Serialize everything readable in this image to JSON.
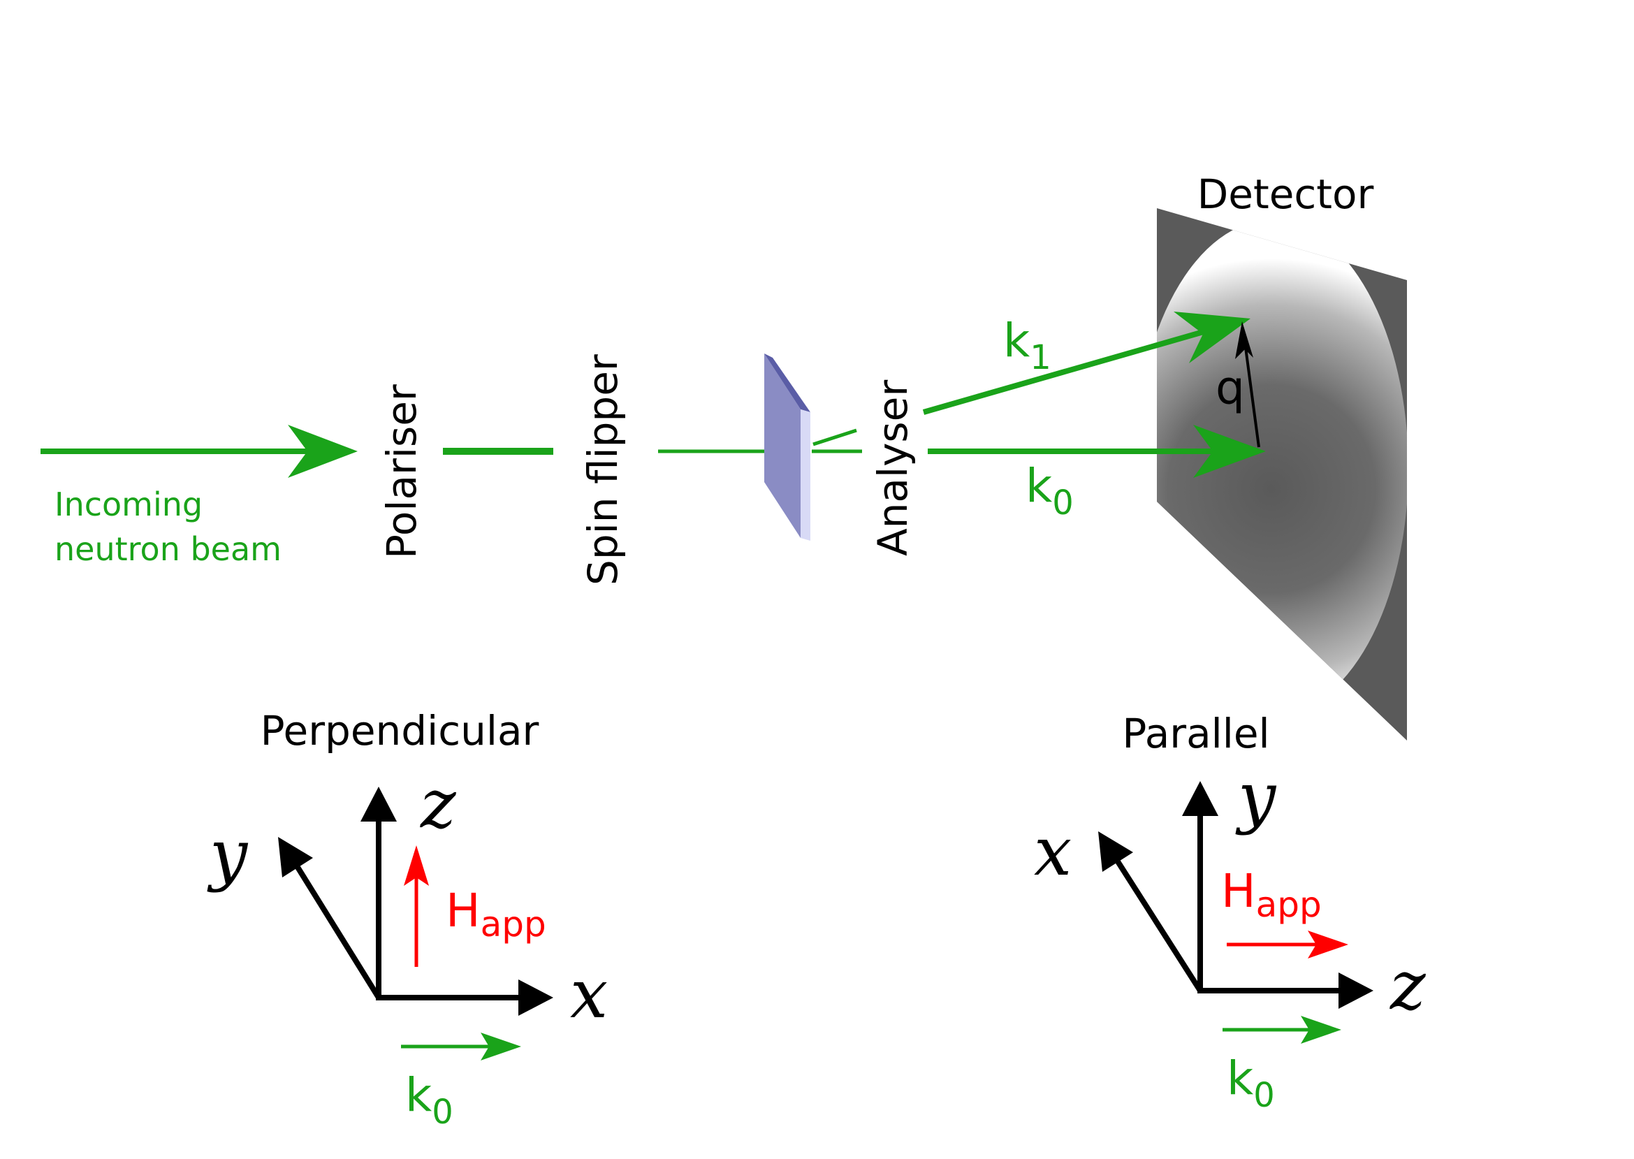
{
  "colors": {
    "beam": "#1aa31a",
    "black": "#000000",
    "field": "#ff0000",
    "sample_face": "#8a8cc4",
    "sample_top": "#5a5da6",
    "sample_edge": "#d8daf6",
    "detector_dark": "#5a5a5a",
    "detector_light": "#ffffff"
  },
  "labels": {
    "incoming_line1": "Incoming",
    "incoming_line2": "neutron beam",
    "polariser": "Polariser",
    "spin_flipper": "Spin flipper",
    "analyser": "Analyser",
    "detector": "Detector",
    "k1": "k",
    "k1_sub": "1",
    "k0": "k",
    "k0_sub": "0",
    "q": "q"
  },
  "perpendicular": {
    "title": "Perpendicular",
    "axis_vertical": "z",
    "axis_diagonal": "y",
    "axis_horizontal": "x",
    "field": "H",
    "field_sub": "app",
    "k": "k",
    "k_sub": "0"
  },
  "parallel": {
    "title": "Parallel",
    "axis_vertical": "y",
    "axis_diagonal": "x",
    "axis_horizontal": "z",
    "field": "H",
    "field_sub": "app",
    "k": "k",
    "k_sub": "0"
  }
}
